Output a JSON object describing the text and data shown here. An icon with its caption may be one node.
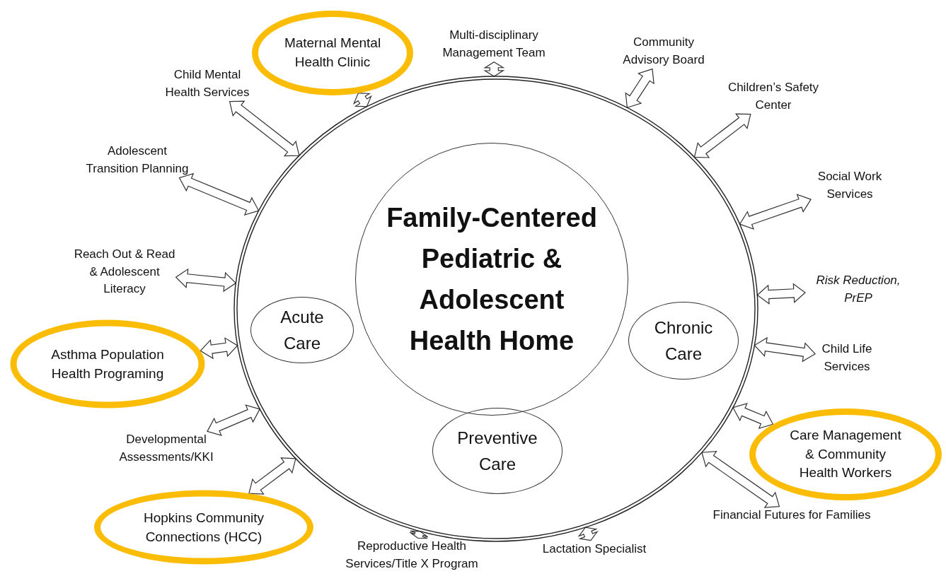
{
  "diagram": {
    "nodes": [
      {
        "text": [],
        "shape": "ellipse"
      },
      {
        "text": [
          "Family-Centered Pediatric & Adolescent Health Home"
        ],
        "in": 0
      },
      {
        "text": [
          "Acute Care"
        ],
        "in": 0
      },
      {
        "text": [
          "Chronic Care"
        ],
        "in": 0
      },
      {
        "text": [
          "Preventive Care"
        ],
        "in": 0
      },
      {
        "text": [
          "Maternal Mental Health Clinic"
        ]
      },
      {
        "text": [
          "Multi-disciplinary Management Team"
        ]
      },
      {
        "text": [
          "Community Advisory Board"
        ]
      },
      {
        "text": [
          "Children’s Safety Center"
        ]
      },
      {
        "text": [
          "Social Work Services"
        ]
      },
      {
        "text": [
          "Risk Reduction, PrEP"
        ]
      },
      {
        "text": [
          "Child Life Services"
        ]
      },
      {
        "text": [
          "Care Management & Community Health Workers"
        ]
      },
      {
        "text": [
          "Financial Futures for Families"
        ]
      },
      {
        "text": [
          "Lactation Specialist"
        ]
      },
      {
        "text": [
          "Reproductive Health Services/Title X Program"
        ]
      },
      {
        "text": [
          "Hopkins Community Connections (HCC)"
        ]
      },
      {
        "text": [
          "Developmental Assessments/KKI"
        ]
      },
      {
        "text": [
          "Asthma Population Health Programing"
        ]
      },
      {
        "text": [
          "Reach Out & Read & Adolescent Literacy"
        ]
      },
      {
        "text": [
          "Adolescent Transition Planning"
        ]
      },
      {
        "text": [
          "Child Mental Health Services"
        ]
      }
    ],
    "edges": [
      {
        "from": 5,
        "to": 0,
        "arrow": "both"
      },
      {
        "from": 6,
        "to": 0,
        "arrow": "both"
      },
      {
        "from": 7,
        "to": 0,
        "arrow": "both"
      },
      {
        "from": 8,
        "to": 0,
        "arrow": "both"
      },
      {
        "from": 9,
        "to": 0,
        "arrow": "both"
      },
      {
        "from": 10,
        "to": 0,
        "arrow": "both"
      },
      {
        "from": 11,
        "to": 0,
        "arrow": "both"
      },
      {
        "from": 12,
        "to": 0,
        "arrow": "both"
      },
      {
        "from": 13,
        "to": 0,
        "arrow": "both"
      },
      {
        "from": 14,
        "to": 0,
        "arrow": "both"
      },
      {
        "from": 15,
        "to": 0,
        "arrow": "both"
      },
      {
        "from": 16,
        "to": 0,
        "arrow": "both"
      },
      {
        "from": 17,
        "to": 0,
        "arrow": "both"
      },
      {
        "from": 18,
        "to": 0,
        "arrow": "both"
      },
      {
        "from": 19,
        "to": 0,
        "arrow": "both"
      },
      {
        "from": 20,
        "to": 0,
        "arrow": "both"
      },
      {
        "from": 21,
        "to": 0,
        "arrow": "both"
      }
    ]
  }
}
